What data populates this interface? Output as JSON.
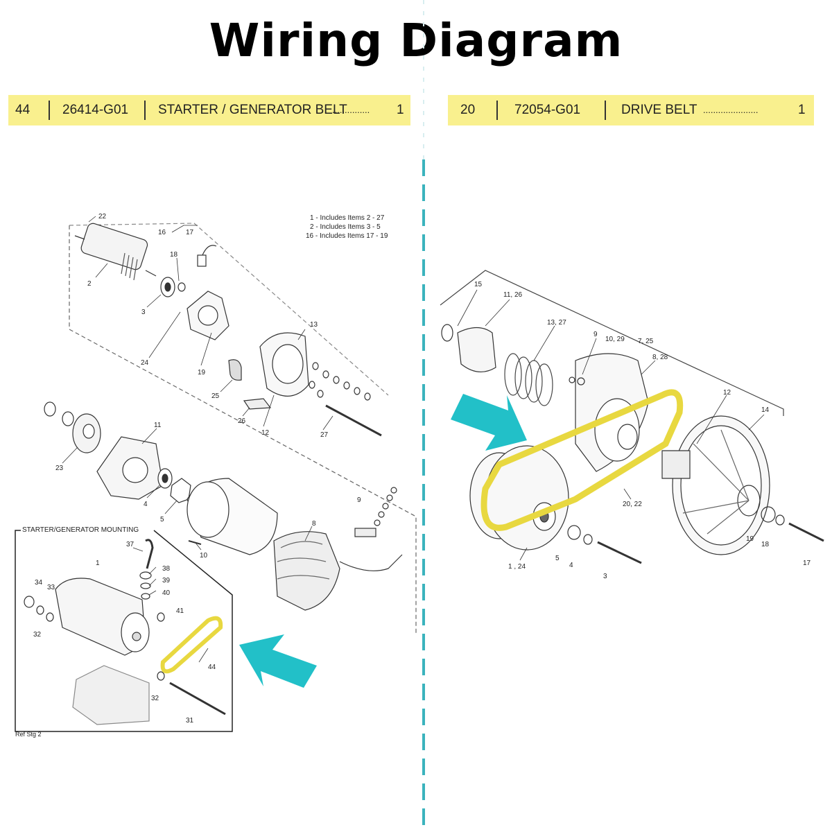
{
  "title": "Wiring Diagram",
  "left_part": {
    "ref": "44",
    "part_no": "26414-G01",
    "description": "STARTER / GENERATOR BELT",
    "dots": "...............",
    "qty": "1"
  },
  "right_part": {
    "ref": "20",
    "part_no": "72054-G01",
    "description": "DRIVE BELT",
    "dots": "......................",
    "qty": "1"
  },
  "left_diagram": {
    "notes": [
      "1 - Includes Items 2 - 27",
      "2 - Includes Items 3 - 5",
      "16 - Includes Items 17 - 19"
    ],
    "inset_title": "STARTER/GENERATOR MOUNTING",
    "footnote": "Ref Stg 2",
    "labels": {
      "l22": "22",
      "l16": "16",
      "l17": "17",
      "l18": "18",
      "l2": "2",
      "l3": "3",
      "l13": "13",
      "l19": "19",
      "l24": "24",
      "l25": "25",
      "l26": "26",
      "l12": "12",
      "l27": "27",
      "l11": "11",
      "l23": "23",
      "l4": "4",
      "l5": "5",
      "l9": "9",
      "l8": "8",
      "l10": "10",
      "i37": "37",
      "i1": "1",
      "i38": "38",
      "i39": "39",
      "i40": "40",
      "i34": "34",
      "i33": "33",
      "i41": "41",
      "i32a": "32",
      "i44": "44",
      "i32b": "32",
      "i31": "31"
    }
  },
  "right_diagram": {
    "labels": {
      "r15": "15",
      "r1126": "11, 26",
      "r1327": "13, 27",
      "r9": "9",
      "r1029": "10, 29",
      "r725": "7, 25",
      "r828": "8, 28",
      "r12": "12",
      "r14": "14",
      "r2022": "20, 22",
      "r124": "1 , 24",
      "r5": "5",
      "r4": "4",
      "r3": "3",
      "r19": "19",
      "r18": "18",
      "r17": "17"
    }
  },
  "colors": {
    "highlight_bar": "#f9f08e",
    "arrow": "#22c0c8",
    "belt": "#f0e060",
    "divider": "#3bb3bd"
  }
}
